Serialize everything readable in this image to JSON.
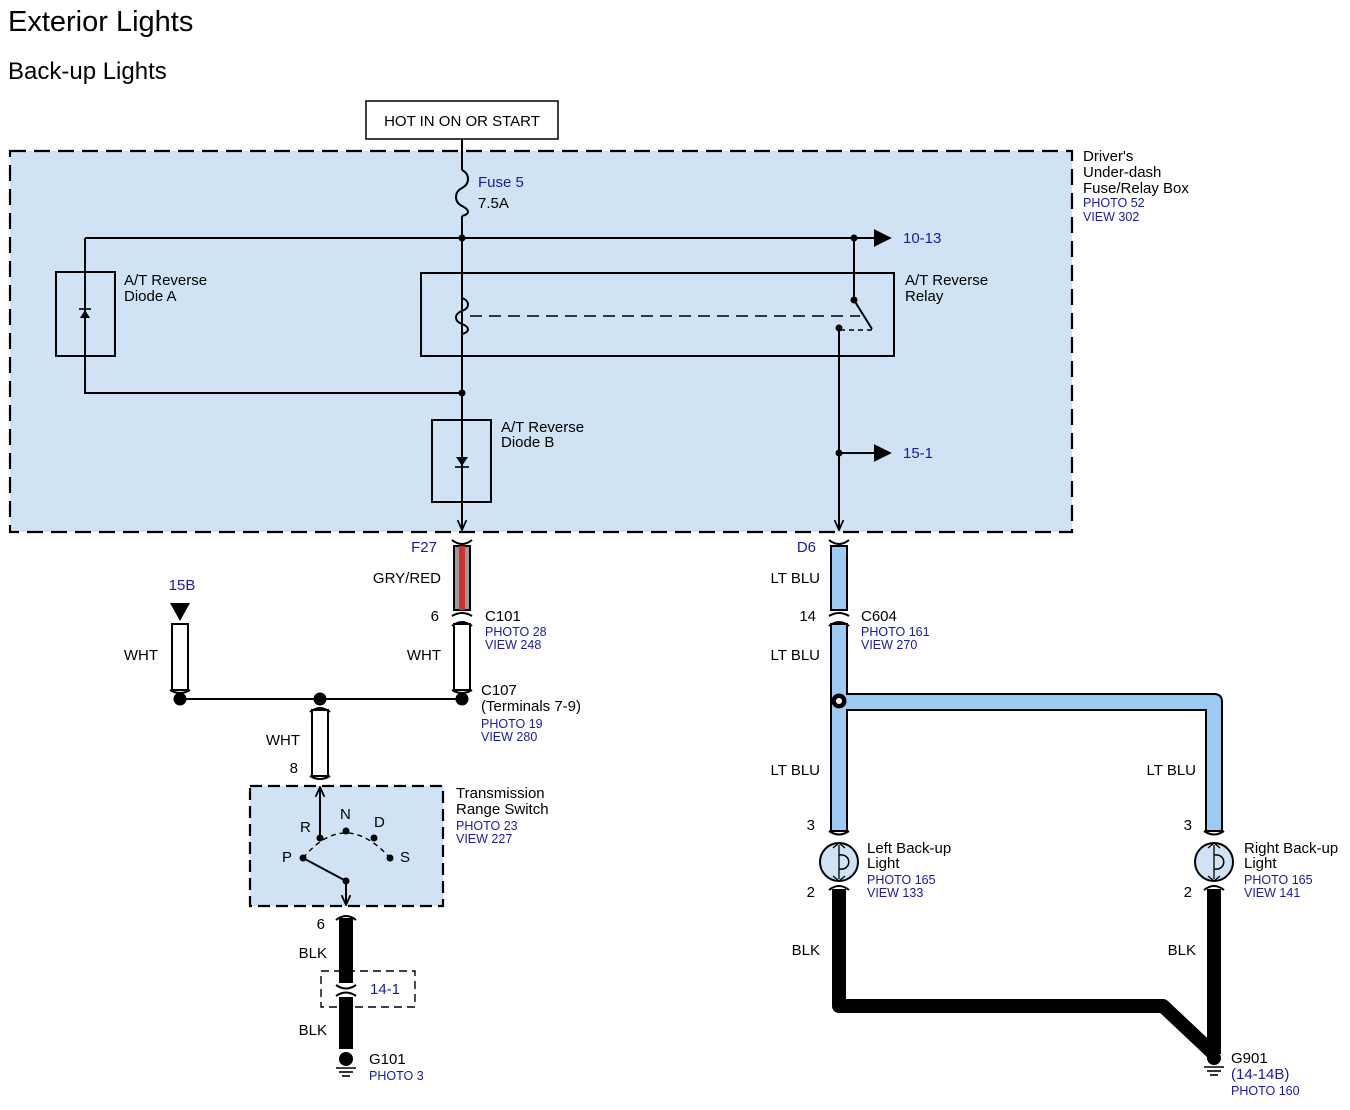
{
  "title": "Exterior Lights",
  "subtitle": "Back-up Lights",
  "power_label": "HOT IN ON OR START",
  "fuse_box": {
    "line1": "Driver's",
    "line2": "Under-dash",
    "line3": "Fuse/Relay Box",
    "photo": "PHOTO 52",
    "view": "VIEW 302"
  },
  "fuse": {
    "name": "Fuse 5",
    "rating": "7.5A"
  },
  "refs": {
    "ref_10_13": "10-13",
    "ref_15_1": "15-1",
    "ref_15b": "15B",
    "ref_14_1": "14-1"
  },
  "diode_a": {
    "line1": "A/T Reverse",
    "line2": "Diode A"
  },
  "diode_b": {
    "line1": "A/T Reverse",
    "line2": "Diode B"
  },
  "relay": {
    "line1": "A/T Reverse",
    "line2": "Relay"
  },
  "terminals": {
    "f27": "F27",
    "d6": "D6"
  },
  "wire_colors": {
    "gry_red": "GRY/RED",
    "wht": "WHT",
    "lt_blu": "LT BLU",
    "blk": "BLK",
    "gry_red_hex": "#d32f2f",
    "lt_blu_hex": "#9ecbf3",
    "box_fill_hex": "#cfe3f5"
  },
  "pins": {
    "c101_pin": "6",
    "c604_pin": "14",
    "trs_top_pin": "8",
    "trs_bottom_pin": "6",
    "left_top_pin": "3",
    "left_bottom_pin": "2",
    "right_top_pin": "3",
    "right_bottom_pin": "2"
  },
  "c101": {
    "name": "C101",
    "photo": "PHOTO 28",
    "view": "VIEW 248"
  },
  "c107": {
    "name": "C107",
    "terminals": "(Terminals 7-9)",
    "photo": "PHOTO 19",
    "view": "VIEW 280"
  },
  "c604": {
    "name": "C604",
    "photo": "PHOTO 161",
    "view": "VIEW 270"
  },
  "trs": {
    "line1": "Transmission",
    "line2": "Range Switch",
    "photo": "PHOTO 23",
    "view": "VIEW 227",
    "pos_p": "P",
    "pos_r": "R",
    "pos_n": "N",
    "pos_d": "D",
    "pos_s": "S"
  },
  "left_light": {
    "line1": "Left Back-up",
    "line2": "Light",
    "photo": "PHOTO 165",
    "view": "VIEW 133"
  },
  "right_light": {
    "line1": "Right Back-up",
    "line2": "Light",
    "photo": "PHOTO 165",
    "view": "VIEW 141"
  },
  "g101": {
    "name": "G101",
    "photo": "PHOTO 3"
  },
  "g901": {
    "name": "G901",
    "ref": "(14-14B)",
    "photo": "PHOTO 160"
  }
}
